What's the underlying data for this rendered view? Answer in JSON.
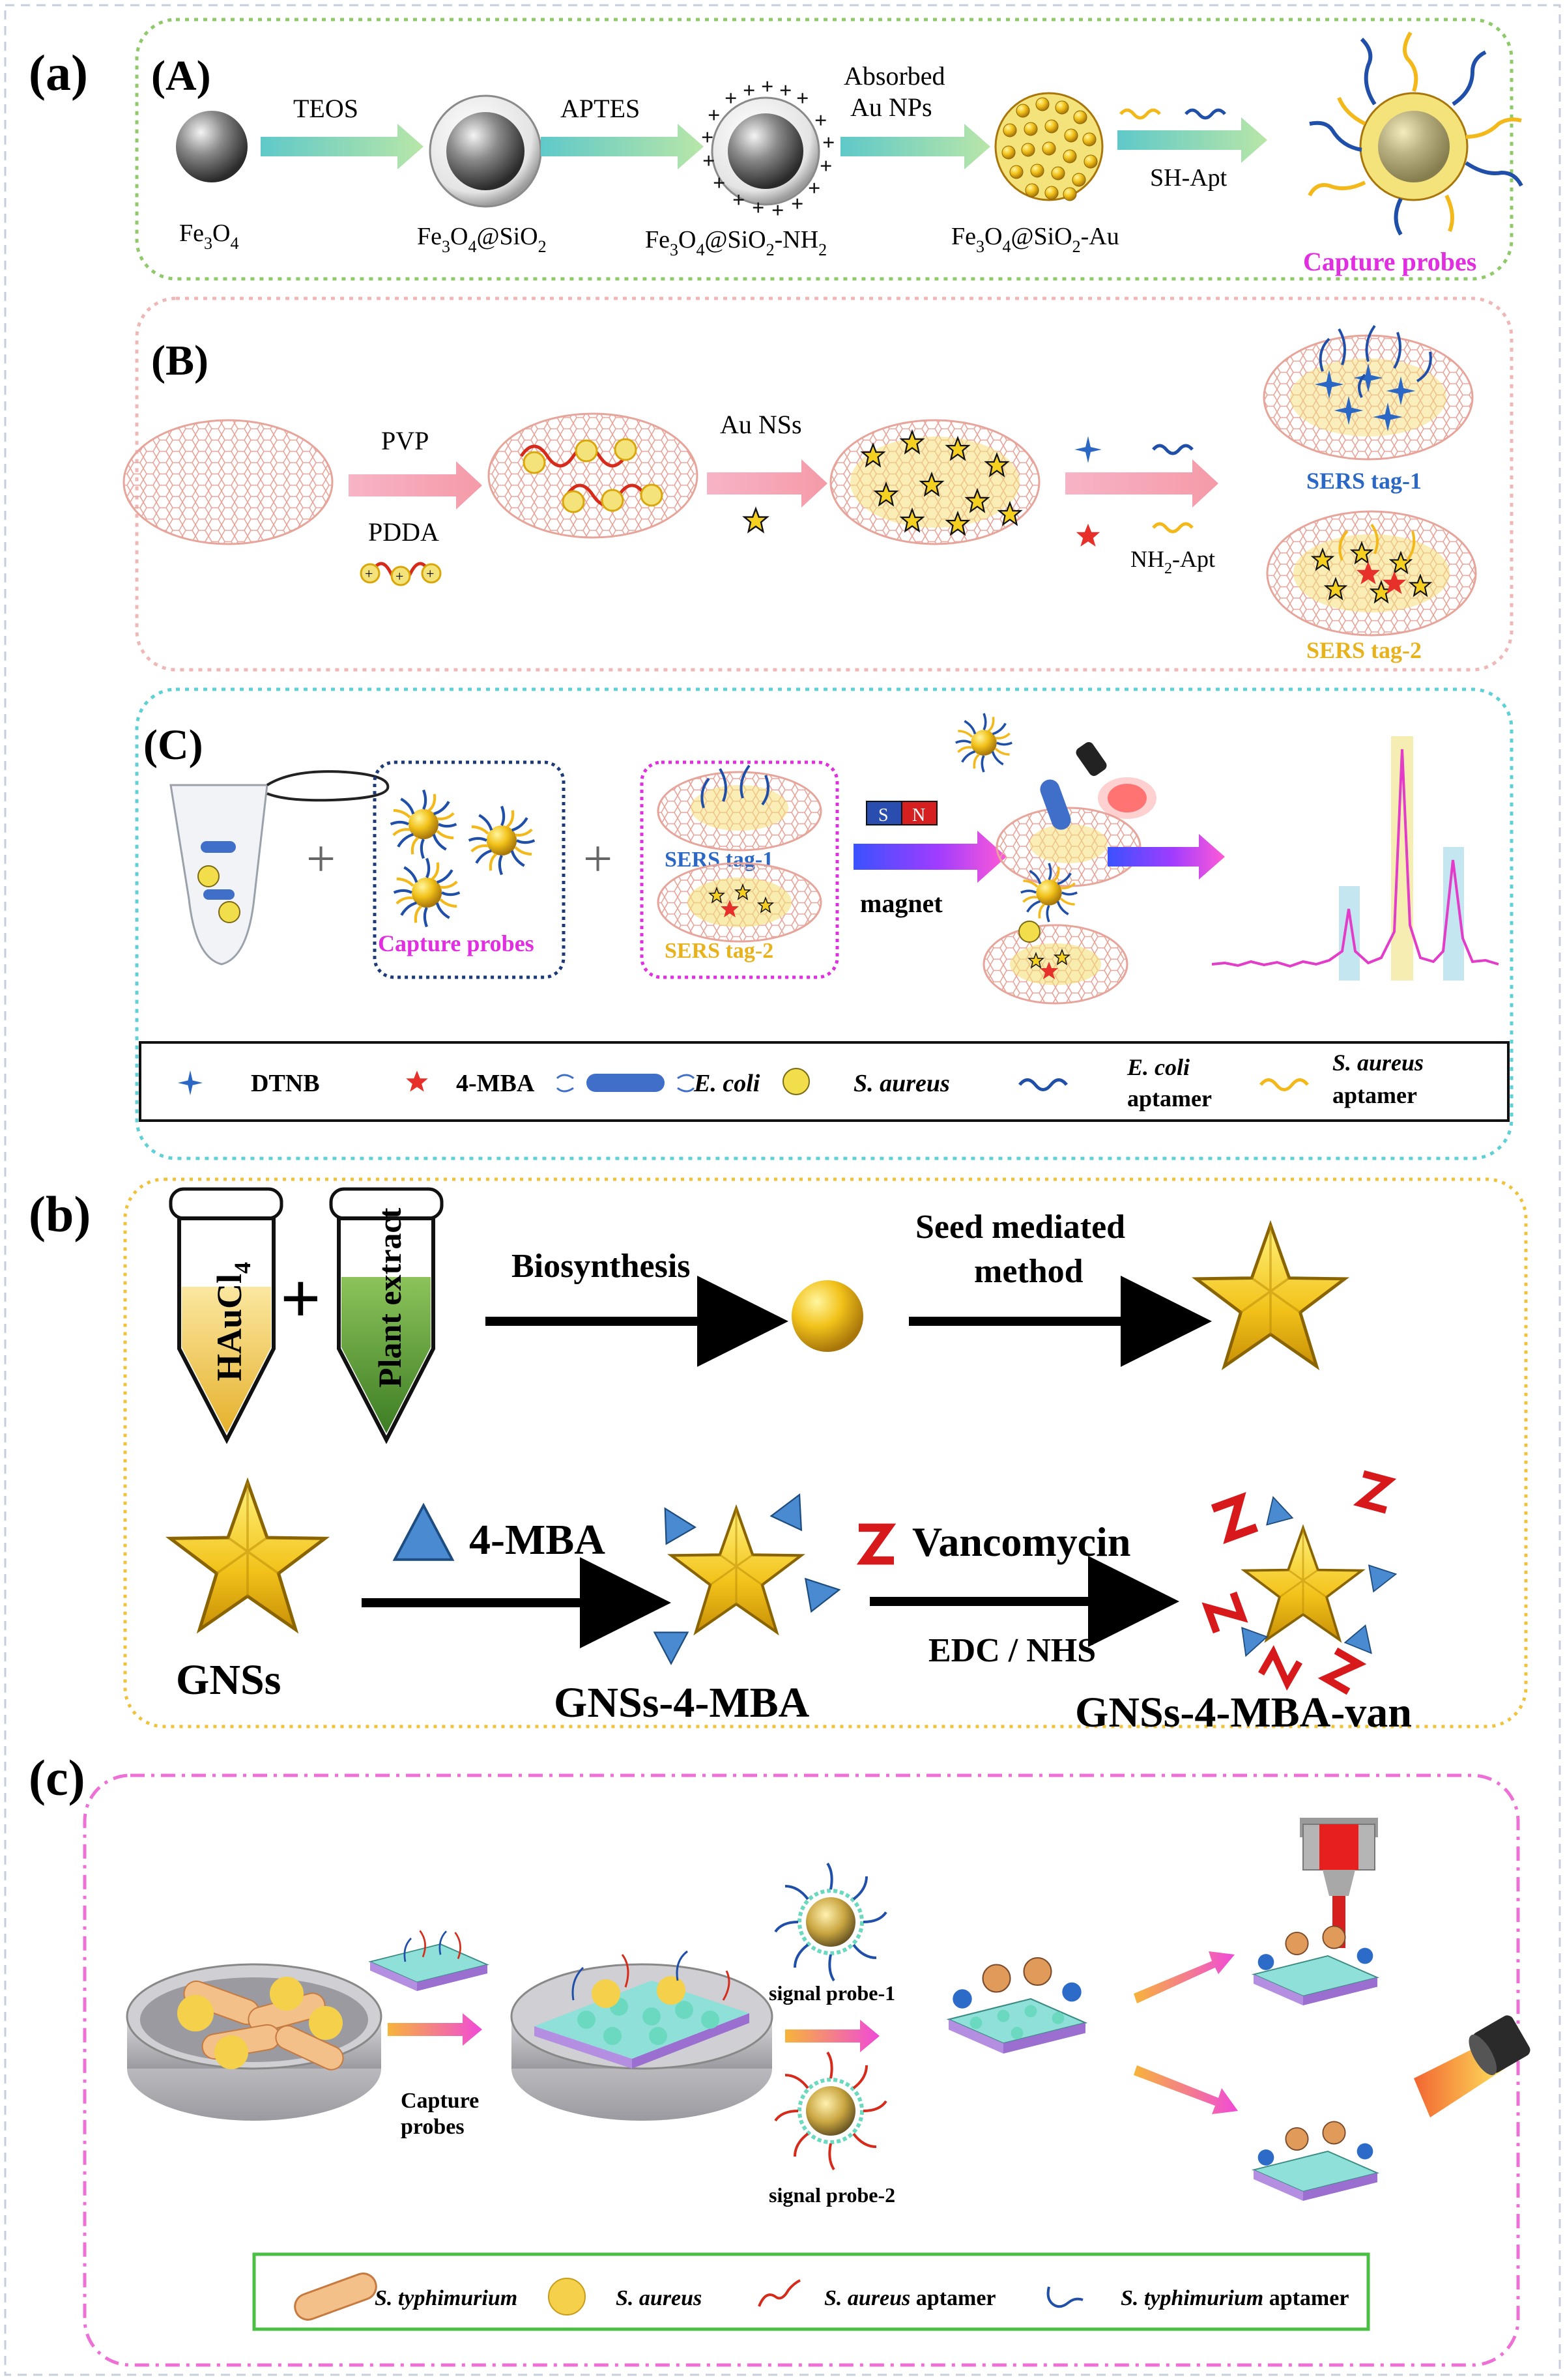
{
  "colors": {
    "panel_a_frame": "#b9d89a",
    "panel_A_border": "#8fc96a",
    "panel_B_border": "#f0b7b7",
    "panel_C_border": "#5fd0d6",
    "panel_b_border": "#f0c23a",
    "panel_c_border": "#ee6fd6",
    "gold": "#f2c21a",
    "aptamer_blue": "#1f4fa8",
    "aptamer_yellow": "#f3b81a",
    "aptamer_red": "#d62b1a",
    "magenta_text": "#e02ee0",
    "sers_blue": "#2b67c4",
    "sers_yellow": "#e8b21c",
    "graphene": "#e7a49a",
    "arrow_green": "#8fd3a3",
    "arrow_pink": "#f6a9c0",
    "arrow_purple": "#8a3cff",
    "triangle_blue": "#4a8ad0",
    "vanco_red": "#d7191c"
  },
  "labels": {
    "a": "(a)",
    "b": "(b)",
    "c": "(c)",
    "A": "(A)",
    "B": "(B)",
    "C": "(C)"
  },
  "panel_A": {
    "fe3o4": [
      "Fe",
      "3",
      "O",
      "4"
    ],
    "fe3o4_sio2": [
      "Fe",
      "3",
      "O",
      "4",
      "@SiO",
      "2"
    ],
    "fe3o4_sio2_nh2": [
      "Fe",
      "3",
      "O",
      "4",
      "@SiO",
      "2",
      "-NH",
      "2"
    ],
    "fe3o4_sio2_au": [
      "Fe",
      "3",
      "O",
      "4",
      "@SiO",
      "2",
      "-Au"
    ],
    "teos": "TEOS",
    "aptes": "APTES",
    "absorbed": "Absorbed",
    "au_nps": "Au NPs",
    "sh_apt": "SH-Apt",
    "capture_probes": "Capture probes"
  },
  "panel_B": {
    "pvp": "PVP",
    "pdda": "PDDA",
    "au_nss": "Au NSs",
    "nh2_apt": [
      "NH",
      "2",
      "-Apt"
    ],
    "sers_tag1": "SERS tag-1",
    "sers_tag2": "SERS tag-2"
  },
  "panel_C": {
    "capture_probes": "Capture probes",
    "sers_tag1": "SERS tag-1",
    "sers_tag2": "SERS tag-2",
    "magnet": "magnet",
    "magnet_s": "S",
    "magnet_n": "N",
    "plus1": "+",
    "plus2": "+",
    "legend": {
      "dtnb": "DTNB",
      "mba": "4-MBA",
      "ecoli": "E. coli",
      "saureus": "S. aureus",
      "ecoli_apt_1": "E. coli",
      "ecoli_apt_2": "aptamer",
      "saureus_apt_1": "S. aureus",
      "saureus_apt_2": "aptamer"
    }
  },
  "panel_b": {
    "haucl4": [
      "HAuCl",
      "4"
    ],
    "plant_extract": "Plant extract",
    "plus": "+",
    "biosynthesis": "Biosynthesis",
    "seed_1": "Seed mediated",
    "seed_2": "method",
    "gnss": "GNSs",
    "mba": "4-MBA",
    "gnss_mba": "GNSs-4-MBA",
    "vancomycin": "Vancomycin",
    "edc": "EDC / NHS",
    "gnss_mba_van": "GNSs-4-MBA-van"
  },
  "panel_c": {
    "capture_1": "Capture",
    "capture_2": "probes",
    "signal1": "signal probe-1",
    "signal2": "signal probe-2",
    "legend": {
      "typhi": "S. typhimurium",
      "aureus": "S. aureus",
      "aureus_apt_italic": "S. aureus",
      "aureus_apt_rest": " aptamer",
      "typhi_apt_italic": "S. typhimurium",
      "typhi_apt_rest": " aptamer"
    }
  }
}
